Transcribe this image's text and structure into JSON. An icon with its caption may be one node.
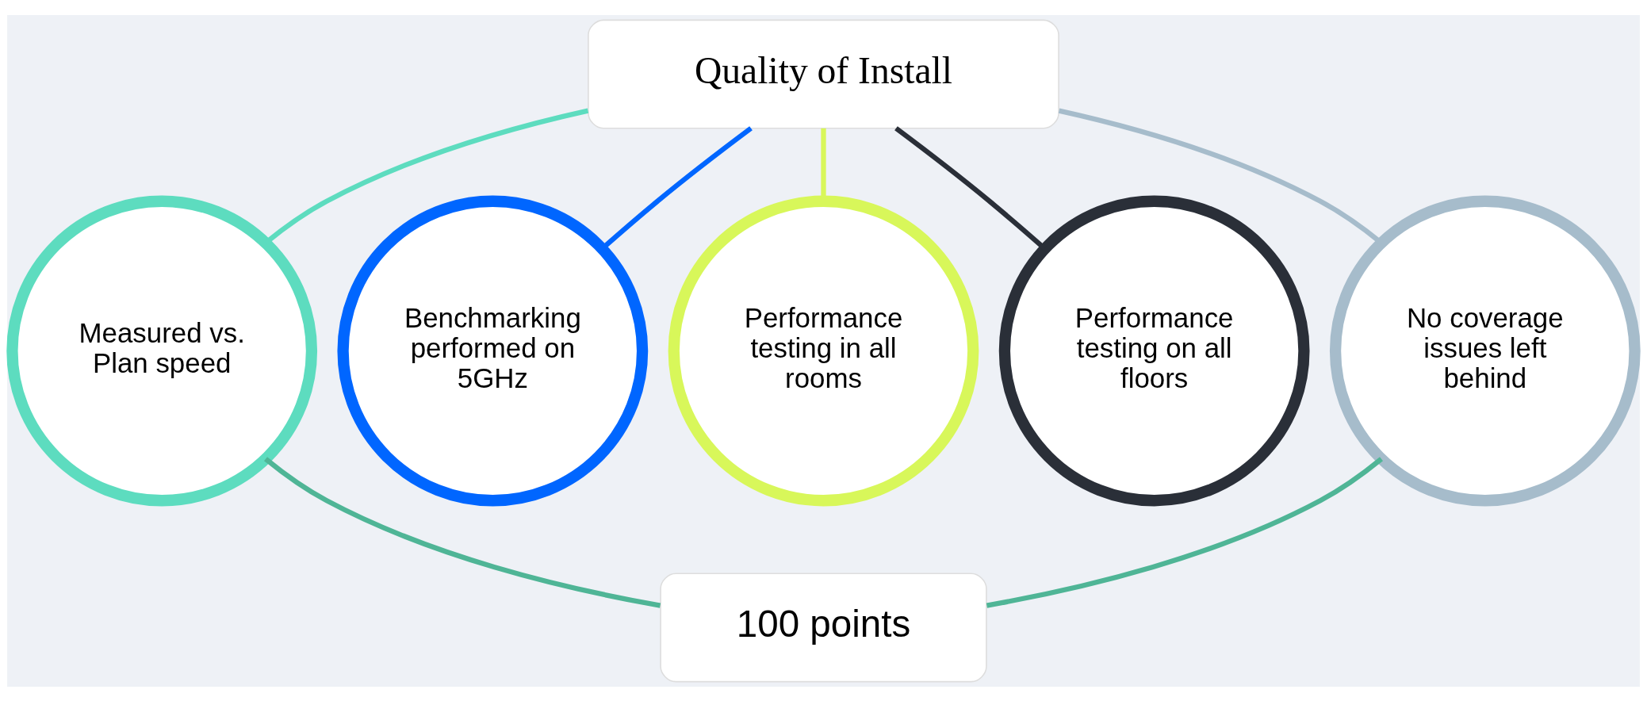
{
  "diagram": {
    "nodes": [
      {
        "text": [
          "Quality of Install"
        ]
      },
      {
        "text": [
          "Measured vs. Plan speed"
        ]
      },
      {
        "text": [
          "Benchmarking performed on 5GHz"
        ]
      },
      {
        "text": [
          "Performance testing in all rooms"
        ]
      },
      {
        "text": [
          "Performance testing on all floors"
        ]
      },
      {
        "text": [
          "No coverage issues left behind"
        ]
      },
      {
        "text": [
          "100 points"
        ]
      }
    ],
    "edges": [
      {
        "from": 0,
        "to": 1,
        "arrow": "none",
        "color": "#5ddcbf"
      },
      {
        "from": 0,
        "to": 2,
        "arrow": "none",
        "color": "#0066ff"
      },
      {
        "from": 0,
        "to": 3,
        "arrow": "none",
        "color": "#d8f75a"
      },
      {
        "from": 0,
        "to": 4,
        "arrow": "none",
        "color": "#2a2f38"
      },
      {
        "from": 0,
        "to": 5,
        "arrow": "none",
        "color": "#a6bccb"
      },
      {
        "from": 1,
        "to": 6,
        "arrow": "none",
        "color": "#4fb596"
      },
      {
        "from": 5,
        "to": 6,
        "arrow": "none",
        "color": "#4fb596"
      }
    ]
  }
}
